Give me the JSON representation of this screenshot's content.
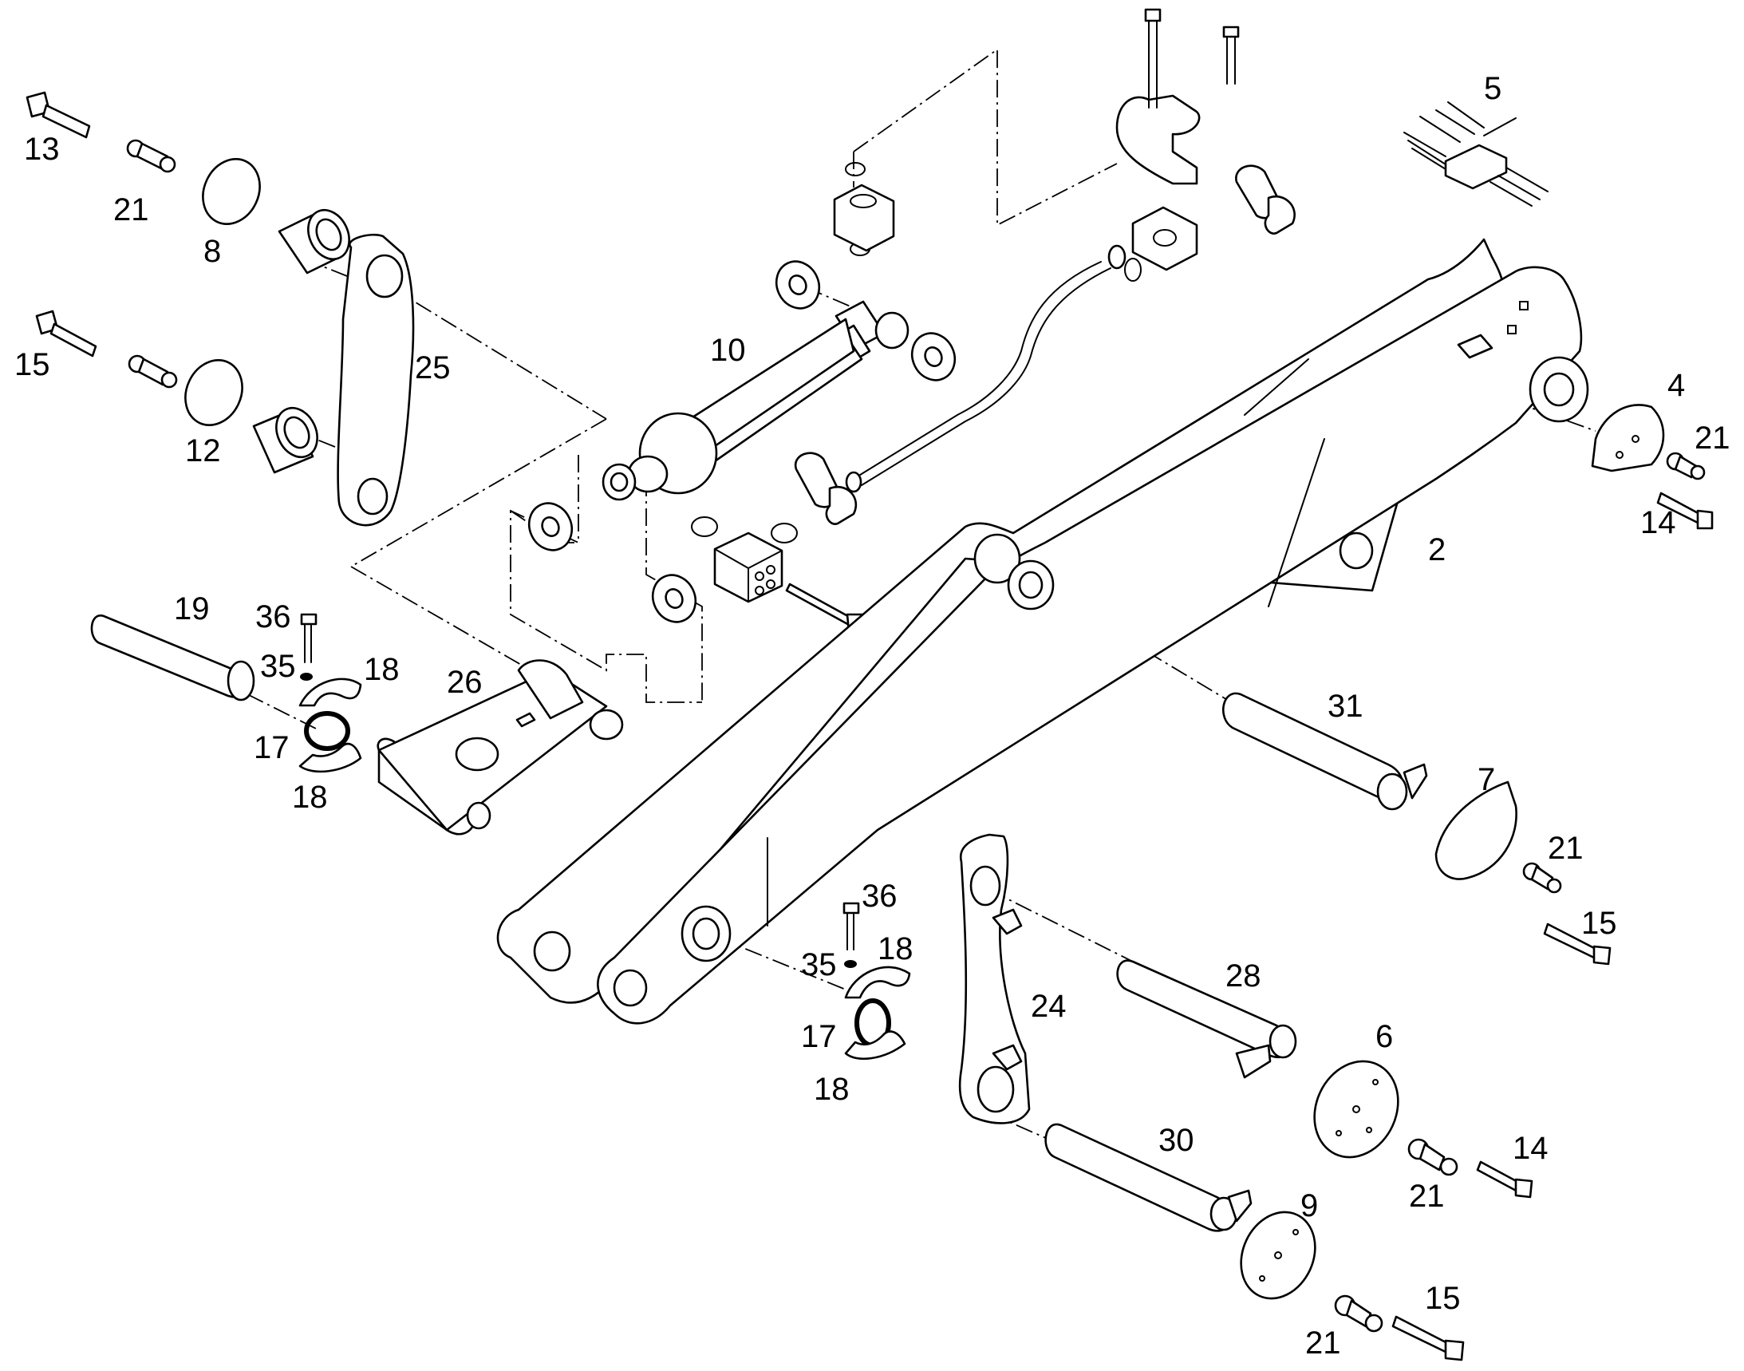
{
  "callouts": [
    {
      "id": "c13a",
      "text": "13"
    },
    {
      "id": "c21a",
      "text": "21"
    },
    {
      "id": "c8",
      "text": "8"
    },
    {
      "id": "c15a",
      "text": "15"
    },
    {
      "id": "c12",
      "text": "12"
    },
    {
      "id": "c25",
      "text": "25"
    },
    {
      "id": "c10",
      "text": "10"
    },
    {
      "id": "c5",
      "text": "5"
    },
    {
      "id": "c4",
      "text": "4"
    },
    {
      "id": "c21b",
      "text": "21"
    },
    {
      "id": "c14a",
      "text": "14"
    },
    {
      "id": "c2",
      "text": "2"
    },
    {
      "id": "c19",
      "text": "19"
    },
    {
      "id": "c36a",
      "text": "36"
    },
    {
      "id": "c35a",
      "text": "35"
    },
    {
      "id": "c18a",
      "text": "18"
    },
    {
      "id": "c26",
      "text": "26"
    },
    {
      "id": "c17a",
      "text": "17"
    },
    {
      "id": "c18b",
      "text": "18"
    },
    {
      "id": "c31",
      "text": "31"
    },
    {
      "id": "c7",
      "text": "7"
    },
    {
      "id": "c21c",
      "text": "21"
    },
    {
      "id": "c15b",
      "text": "15"
    },
    {
      "id": "c36b",
      "text": "36"
    },
    {
      "id": "c35b",
      "text": "35"
    },
    {
      "id": "c18c",
      "text": "18"
    },
    {
      "id": "c17b",
      "text": "17"
    },
    {
      "id": "c18d",
      "text": "18"
    },
    {
      "id": "c24",
      "text": "24"
    },
    {
      "id": "c28",
      "text": "28"
    },
    {
      "id": "c6",
      "text": "6"
    },
    {
      "id": "c30",
      "text": "30"
    },
    {
      "id": "c14b",
      "text": "14"
    },
    {
      "id": "c21d",
      "text": "21"
    },
    {
      "id": "c9",
      "text": "9"
    },
    {
      "id": "c15c",
      "text": "15"
    },
    {
      "id": "c21e",
      "text": "21"
    }
  ]
}
